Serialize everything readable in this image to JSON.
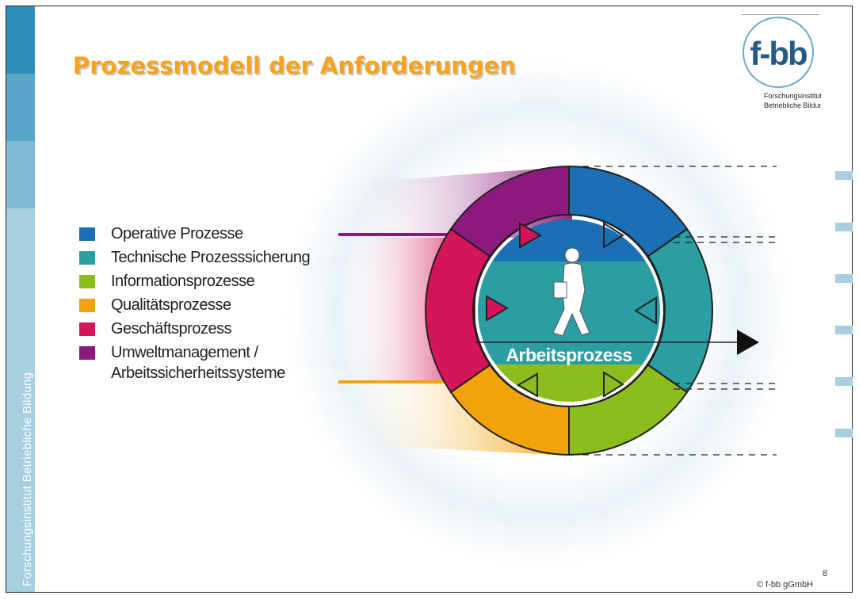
{
  "slide": {
    "title": "Prozessmodell der Anforderungen",
    "side_text": "Forschungsinstitut Betriebliche Bildung",
    "page_number": "8",
    "copyright": "© f-bb gGmbH"
  },
  "logo": {
    "mark": "f-bb",
    "line1": "Forschungsinstitut",
    "line2": "Betriebliche Bildung"
  },
  "legend": [
    {
      "label": "Operative Prozesse",
      "color": "#1a6fb5"
    },
    {
      "label": "Technische Prozesssicherung",
      "color": "#2b9ea3"
    },
    {
      "label": "Informationsprozesse",
      "color": "#8dbd1c"
    },
    {
      "label": "Qualitätsprozesse",
      "color": "#f0a30a"
    },
    {
      "label": "Geschäftsprozess",
      "color": "#d5145a"
    },
    {
      "label": "Umweltmanagement /",
      "label2": "Arbeitssicherheitssysteme",
      "color": "#8c1a7d"
    }
  ],
  "diagram": {
    "center_label": "Arbeitsprozess",
    "figure_icon": "walking-person-icon",
    "arrow_icon": "arrow-right-icon"
  },
  "colors": {
    "title": "#f7a21b",
    "sidebar": "#a7cfe0",
    "sidebar_dark": "#2f8fba"
  }
}
